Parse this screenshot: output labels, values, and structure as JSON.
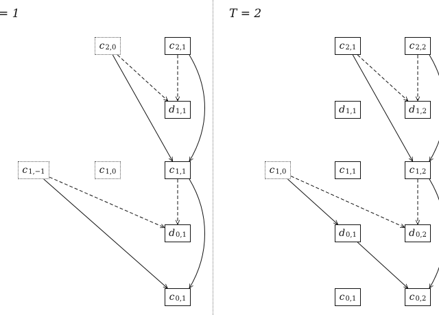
{
  "panels": [
    {
      "title": "= 1",
      "nodes": [
        {
          "id": "L_c20",
          "var": "c",
          "sub": "2,0",
          "style": "dotted"
        },
        {
          "id": "L_c21",
          "var": "c",
          "sub": "2,1",
          "style": "solid"
        },
        {
          "id": "L_d11",
          "var": "d",
          "sub": "1,1",
          "style": "solid"
        },
        {
          "id": "L_c1m1",
          "var": "c",
          "sub": "1,−1",
          "style": "dotted"
        },
        {
          "id": "L_c10",
          "var": "c",
          "sub": "1,0",
          "style": "dotted"
        },
        {
          "id": "L_c11",
          "var": "c",
          "sub": "1,1",
          "style": "solid"
        },
        {
          "id": "L_d01",
          "var": "d",
          "sub": "0,1",
          "style": "solid"
        },
        {
          "id": "L_c01",
          "var": "c",
          "sub": "0,1",
          "style": "solid"
        }
      ],
      "edges": [
        {
          "from": "L_c20",
          "to": "L_c11",
          "style": "solid",
          "kind": "straight"
        },
        {
          "from": "L_c20",
          "to": "L_d11",
          "style": "dashed",
          "kind": "straight"
        },
        {
          "from": "L_c21",
          "to": "L_d11",
          "style": "dashed",
          "kind": "straight"
        },
        {
          "from": "L_c21",
          "to": "L_c11",
          "style": "solid",
          "kind": "curve"
        },
        {
          "from": "L_c1m1",
          "to": "L_c01",
          "style": "solid",
          "kind": "straight"
        },
        {
          "from": "L_c1m1",
          "to": "L_d01",
          "style": "dashed",
          "kind": "straight"
        },
        {
          "from": "L_c11",
          "to": "L_d01",
          "style": "dashed",
          "kind": "straight"
        },
        {
          "from": "L_c11",
          "to": "L_c01",
          "style": "solid",
          "kind": "curve"
        }
      ]
    },
    {
      "title": "T = 2",
      "nodes": [
        {
          "id": "R_c21",
          "var": "c",
          "sub": "2,1",
          "style": "solid"
        },
        {
          "id": "R_c22",
          "var": "c",
          "sub": "2,2",
          "style": "solid"
        },
        {
          "id": "R_d11",
          "var": "d",
          "sub": "1,1",
          "style": "solid"
        },
        {
          "id": "R_d12",
          "var": "d",
          "sub": "1,2",
          "style": "solid"
        },
        {
          "id": "R_c10",
          "var": "c",
          "sub": "1,0",
          "style": "dotted"
        },
        {
          "id": "R_c11",
          "var": "c",
          "sub": "1,1",
          "style": "solid"
        },
        {
          "id": "R_c12",
          "var": "c",
          "sub": "1,2",
          "style": "solid"
        },
        {
          "id": "R_d01",
          "var": "d",
          "sub": "0,1",
          "style": "solid"
        },
        {
          "id": "R_d02",
          "var": "d",
          "sub": "0,2",
          "style": "solid"
        },
        {
          "id": "R_c01",
          "var": "c",
          "sub": "0,1",
          "style": "solid"
        },
        {
          "id": "R_c02",
          "var": "c",
          "sub": "0,2",
          "style": "solid"
        }
      ],
      "edges": [
        {
          "from": "R_c21",
          "to": "R_c12",
          "style": "solid",
          "kind": "straight"
        },
        {
          "from": "R_c21",
          "to": "R_d12",
          "style": "dashed",
          "kind": "straight"
        },
        {
          "from": "R_c22",
          "to": "R_d12",
          "style": "dashed",
          "kind": "straight"
        },
        {
          "from": "R_c22",
          "to": "R_c12",
          "style": "solid",
          "kind": "curve"
        },
        {
          "from": "R_c10",
          "to": "R_d01",
          "style": "solid",
          "kind": "straight"
        },
        {
          "from": "R_c10",
          "to": "R_d02",
          "style": "dashed",
          "kind": "straight"
        },
        {
          "from": "R_d01",
          "to": "R_c02",
          "style": "solid",
          "kind": "straight"
        },
        {
          "from": "R_c12",
          "to": "R_d02",
          "style": "dashed",
          "kind": "straight"
        },
        {
          "from": "R_c12",
          "to": "R_c02",
          "style": "solid",
          "kind": "curve"
        }
      ]
    }
  ]
}
